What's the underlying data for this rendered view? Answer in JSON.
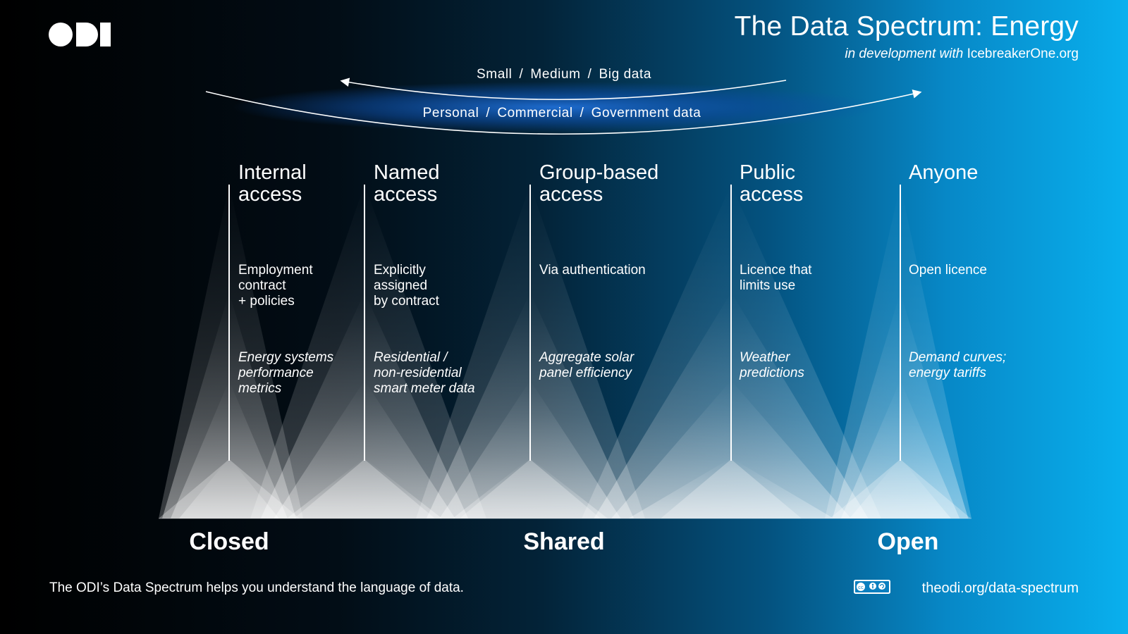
{
  "header": {
    "logo_text": "ODI",
    "title": "The Data Spectrum: Energy",
    "subtitle_prefix": "in development with",
    "subtitle_partner": "IcebreakerOne.org"
  },
  "arcs": {
    "top": {
      "items": [
        "Small",
        "Medium",
        "Big data"
      ],
      "separator": "/"
    },
    "bottom": {
      "items": [
        "Personal",
        "Commercial",
        "Government data"
      ],
      "separator": "/"
    }
  },
  "categories": [
    {
      "title_lines": [
        "Internal",
        "access"
      ],
      "condition_lines": [
        "Employment",
        "contract",
        "+ policies"
      ],
      "example_lines": [
        "Energy systems",
        "performance",
        "metrics"
      ]
    },
    {
      "title_lines": [
        "Named",
        "access"
      ],
      "condition_lines": [
        "Explicitly",
        "assigned",
        "by contract"
      ],
      "example_lines": [
        "Residential /",
        "non-residential",
        "smart meter data"
      ]
    },
    {
      "title_lines": [
        "Group-based",
        "access"
      ],
      "condition_lines": [
        "Via authentication"
      ],
      "example_lines": [
        "Aggregate solar",
        "panel efficiency"
      ]
    },
    {
      "title_lines": [
        "Public",
        "access"
      ],
      "condition_lines": [
        "Licence that",
        "limits use"
      ],
      "example_lines": [
        "Weather",
        "predictions"
      ]
    },
    {
      "title_lines": [
        "Anyone"
      ],
      "condition_lines": [
        "Open licence"
      ],
      "example_lines": [
        "Demand curves;",
        "energy tariffs"
      ]
    }
  ],
  "scale": {
    "closed": "Closed",
    "shared": "Shared",
    "open": "Open"
  },
  "footer": {
    "text": "The ODI’s Data Spectrum helps you understand the language of data.",
    "license_icon": "creative-commons-by-sa-icon",
    "url": "theodi.org/data-spectrum"
  },
  "colors": {
    "background_left": "#000000",
    "background_right": "#09b0ee",
    "text": "#ffffff"
  }
}
